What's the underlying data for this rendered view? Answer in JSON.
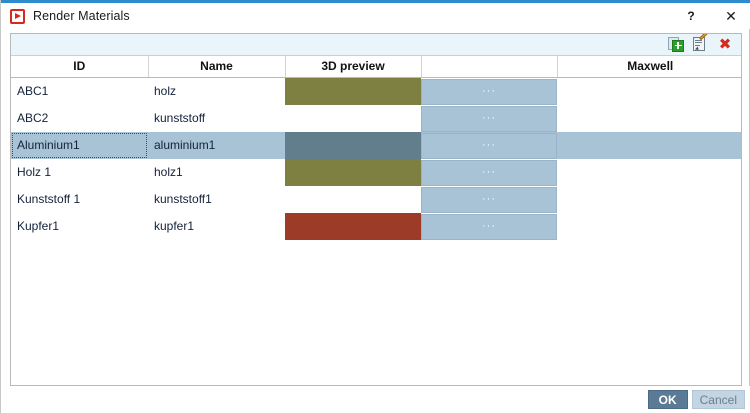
{
  "window": {
    "title": "Render Materials",
    "icon": "render-app-icon",
    "accent_color": "#2e8bd0",
    "help_label": "?",
    "close_label": "✕"
  },
  "toolbar": {
    "add_label": "",
    "edit_label": "",
    "delete_label": "✖",
    "icons": [
      "add-material-icon",
      "edit-material-icon",
      "delete-material-icon"
    ]
  },
  "table": {
    "columns": [
      "ID",
      "Name",
      "3D preview",
      "",
      "Maxwell"
    ],
    "rows": [
      {
        "id": "ABC1",
        "name": "holz",
        "preview_color": "#7d8040",
        "has_preview": true,
        "button_label": "···",
        "maxwell": "",
        "selected": false
      },
      {
        "id": "ABC2",
        "name": "kunststoff",
        "preview_color": "",
        "has_preview": false,
        "button_label": "···",
        "maxwell": "",
        "selected": false
      },
      {
        "id": "Aluminium1",
        "name": "aluminium1",
        "preview_color": "#627d8c",
        "has_preview": true,
        "button_label": "···",
        "maxwell": "",
        "selected": true
      },
      {
        "id": "Holz 1",
        "name": "holz1",
        "preview_color": "#7d8040",
        "has_preview": true,
        "button_label": "···",
        "maxwell": "",
        "selected": false
      },
      {
        "id": "Kunststoff 1",
        "name": "kunststoff1",
        "preview_color": "",
        "has_preview": false,
        "button_label": "···",
        "maxwell": "",
        "selected": false
      },
      {
        "id": "Kupfer1",
        "name": "kupfer1",
        "preview_color": "#9c3c28",
        "has_preview": true,
        "button_label": "···",
        "maxwell": "",
        "selected": false
      }
    ]
  },
  "footer": {
    "ok_label": "OK",
    "cancel_label": "Cancel"
  }
}
